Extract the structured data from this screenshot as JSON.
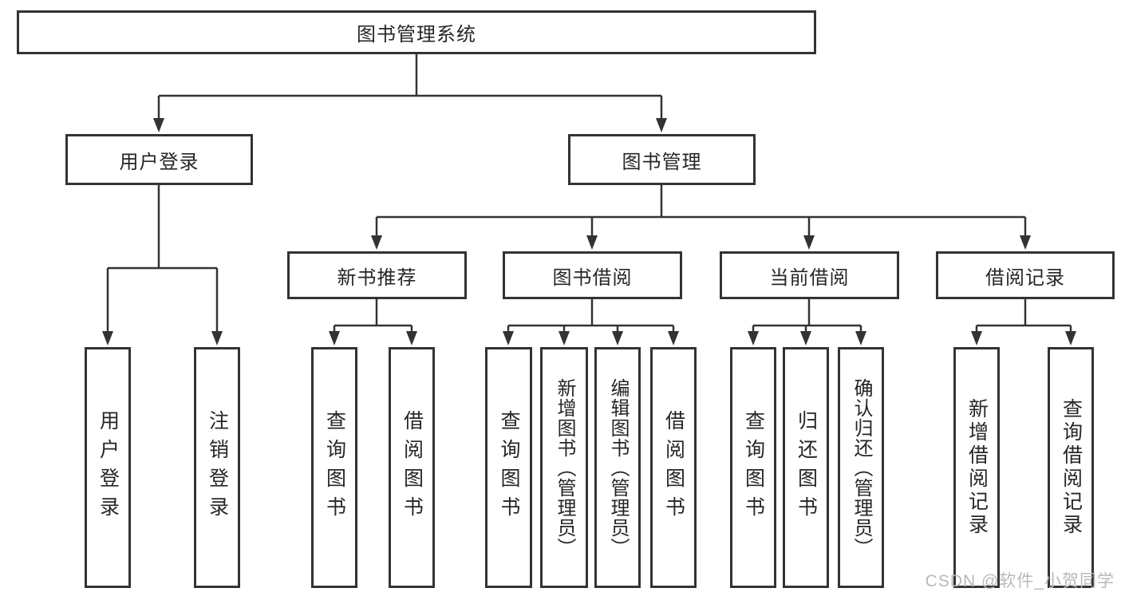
{
  "diagram": {
    "title": "图书管理系统",
    "level2": [
      {
        "label": "用户登录",
        "children": [
          {
            "label": "用户登录"
          },
          {
            "label": "注销登录"
          }
        ]
      },
      {
        "label": "图书管理",
        "children": [
          {
            "label": "新书推荐",
            "children": [
              {
                "label": "查询图书"
              },
              {
                "label": "借阅图书"
              }
            ]
          },
          {
            "label": "图书借阅",
            "children": [
              {
                "label": "查询图书"
              },
              {
                "label": "新增图书（管理员）"
              },
              {
                "label": "编辑图书（管理员）"
              },
              {
                "label": "借阅图书"
              }
            ]
          },
          {
            "label": "当前借阅",
            "children": [
              {
                "label": "查询图书"
              },
              {
                "label": "归还图书"
              },
              {
                "label": "确认归还（管理员）"
              }
            ]
          },
          {
            "label": "借阅记录",
            "children": [
              {
                "label": "新增借阅记录"
              },
              {
                "label": "查询借阅记录"
              }
            ]
          }
        ]
      }
    ]
  },
  "watermark": {
    "text": "CSDN @软件_小贺同学"
  },
  "colors": {
    "line": "#333333",
    "text": "#262626",
    "watermark": "#b9b9b9",
    "background": "#ffffff"
  }
}
